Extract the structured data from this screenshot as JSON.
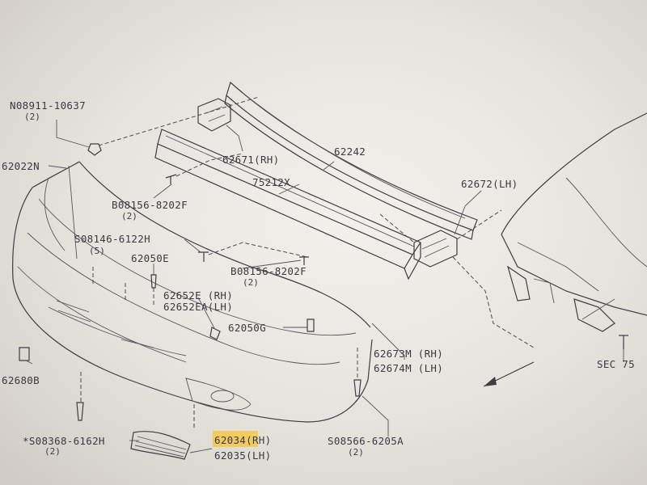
{
  "labels": {
    "n08911": "N08911-10637",
    "n08911_qty": "(2)",
    "p62022n": "62022N",
    "p62671": "62671(RH)",
    "p62242": "62242",
    "p75212x": "75212X",
    "p62672": "62672(LH)",
    "b08156_a": "B08156-8202F",
    "b08156_a_qty": "(2)",
    "s08146": "S08146-6122H",
    "s08146_qty": "(5)",
    "p62050e": "62050E",
    "b08156_b": "B08156-8202F",
    "b08156_b_qty": "(2)",
    "p62652e": "62652E (RH)",
    "p62652ea": "62652EA(LH)",
    "p62050g": "62050G",
    "p62673m": "62673M (RH)",
    "p62674m": "62674M (LH)",
    "p62680b": "62680B",
    "sec": "SEC 75",
    "s08368": "*S08368-6162H",
    "s08368_qty": "(2)",
    "p62034": "62034(RH)",
    "p62035": "62035(LH)",
    "s08566": "S08566-6205A",
    "s08566_qty": "(2)"
  }
}
